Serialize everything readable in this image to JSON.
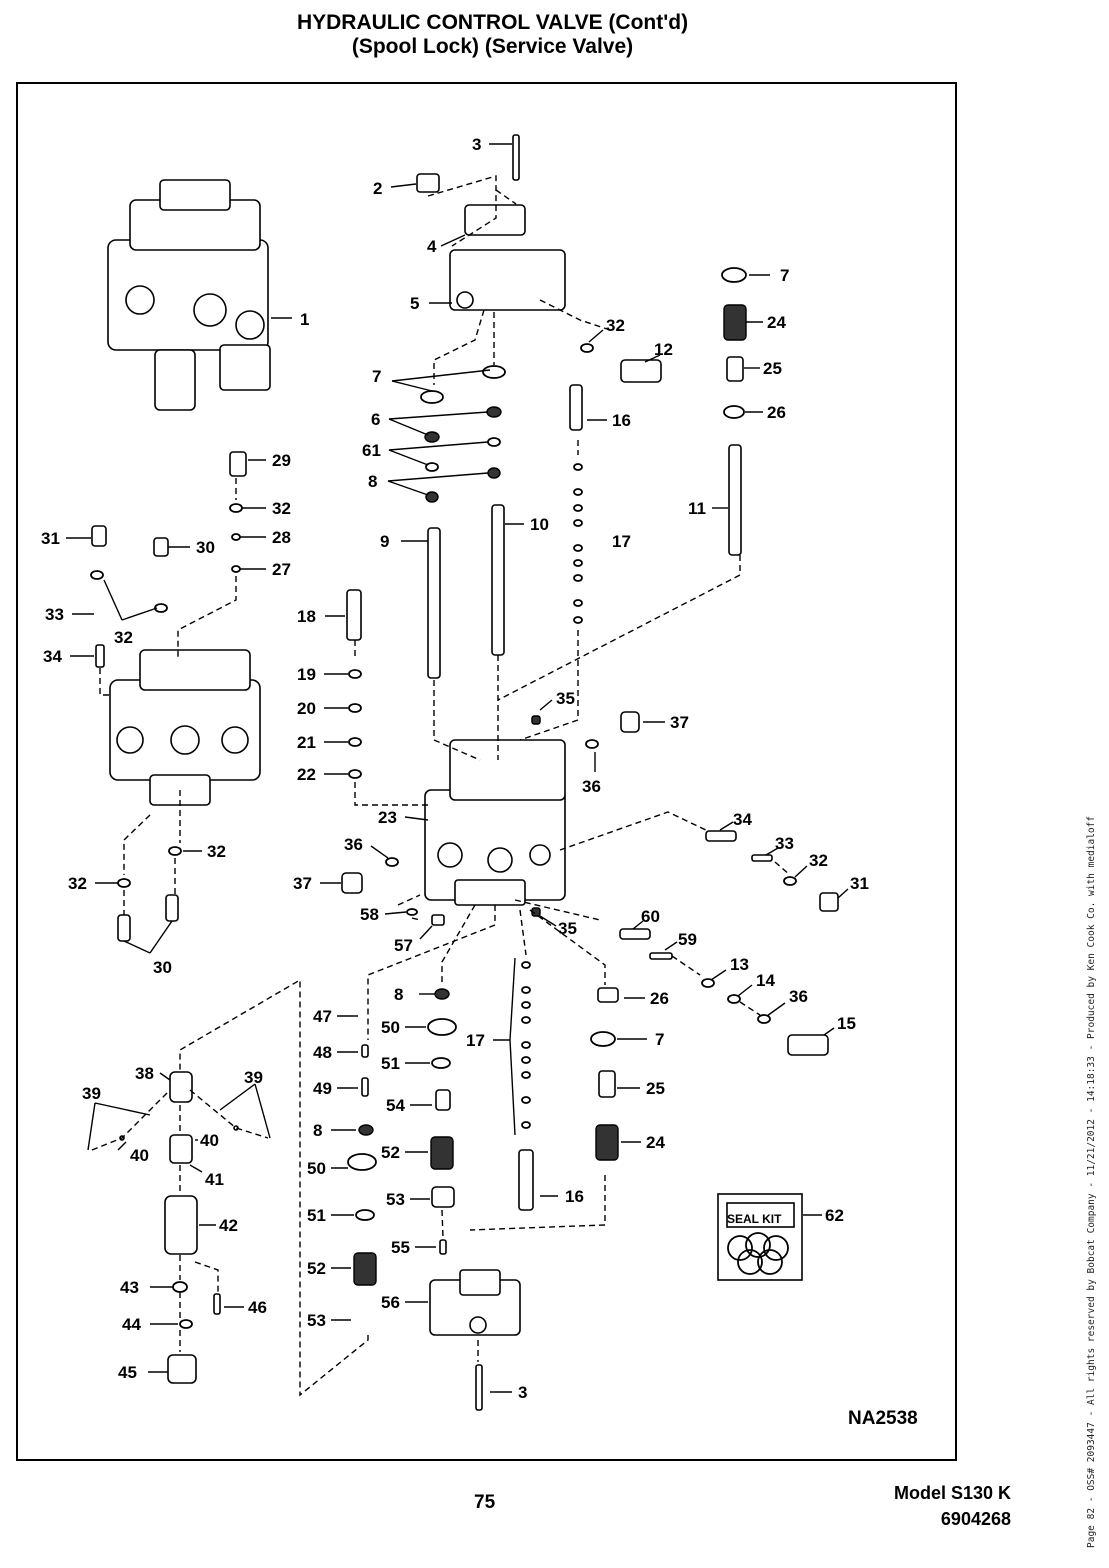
{
  "title_line1": "HYDRAULIC CONTROL VALVE (Cont'd)",
  "title_line2": "(Spool Lock) (Service Valve)",
  "drawing_number": "NA2538",
  "page_number": "75",
  "model": "Model S130 K",
  "part_number": "6904268",
  "sidebar_text": "Page 82 - OSS# 2093447 - All rights reserved by Bobcat Company - 11/21/2012 - 14:18:33 - Produced by Ken Cook Co. with medialoff",
  "seal_kit_label": "SEAL KIT",
  "callouts": [
    {
      "id": "c1",
      "label": "1"
    },
    {
      "id": "c2",
      "label": "2"
    },
    {
      "id": "c3a",
      "label": "3"
    },
    {
      "id": "c3b",
      "label": "3"
    },
    {
      "id": "c4",
      "label": "4"
    },
    {
      "id": "c5",
      "label": "5"
    },
    {
      "id": "c6",
      "label": "6"
    },
    {
      "id": "c7a",
      "label": "7"
    },
    {
      "id": "c7b",
      "label": "7"
    },
    {
      "id": "c7c",
      "label": "7"
    },
    {
      "id": "c8a",
      "label": "8"
    },
    {
      "id": "c8b",
      "label": "8"
    },
    {
      "id": "c8c",
      "label": "8"
    },
    {
      "id": "c9",
      "label": "9"
    },
    {
      "id": "c10",
      "label": "10"
    },
    {
      "id": "c11",
      "label": "11"
    },
    {
      "id": "c12",
      "label": "12"
    },
    {
      "id": "c13",
      "label": "13"
    },
    {
      "id": "c14",
      "label": "14"
    },
    {
      "id": "c15",
      "label": "15"
    },
    {
      "id": "c16a",
      "label": "16"
    },
    {
      "id": "c16b",
      "label": "16"
    },
    {
      "id": "c17a",
      "label": "17"
    },
    {
      "id": "c17b",
      "label": "17"
    },
    {
      "id": "c18",
      "label": "18"
    },
    {
      "id": "c19",
      "label": "19"
    },
    {
      "id": "c20",
      "label": "20"
    },
    {
      "id": "c21",
      "label": "21"
    },
    {
      "id": "c22",
      "label": "22"
    },
    {
      "id": "c23",
      "label": "23"
    },
    {
      "id": "c24a",
      "label": "24"
    },
    {
      "id": "c24b",
      "label": "24"
    },
    {
      "id": "c25a",
      "label": "25"
    },
    {
      "id": "c25b",
      "label": "25"
    },
    {
      "id": "c26a",
      "label": "26"
    },
    {
      "id": "c26b",
      "label": "26"
    },
    {
      "id": "c27",
      "label": "27"
    },
    {
      "id": "c28",
      "label": "28"
    },
    {
      "id": "c29",
      "label": "29"
    },
    {
      "id": "c30a",
      "label": "30"
    },
    {
      "id": "c30b",
      "label": "30"
    },
    {
      "id": "c31a",
      "label": "31"
    },
    {
      "id": "c31b",
      "label": "31"
    },
    {
      "id": "c32a",
      "label": "32"
    },
    {
      "id": "c32b",
      "label": "32"
    },
    {
      "id": "c32c",
      "label": "32"
    },
    {
      "id": "c32d",
      "label": "32"
    },
    {
      "id": "c32e",
      "label": "32"
    },
    {
      "id": "c32f",
      "label": "32"
    },
    {
      "id": "c33a",
      "label": "33"
    },
    {
      "id": "c33b",
      "label": "33"
    },
    {
      "id": "c34a",
      "label": "34"
    },
    {
      "id": "c34b",
      "label": "34"
    },
    {
      "id": "c35a",
      "label": "35"
    },
    {
      "id": "c35b",
      "label": "35"
    },
    {
      "id": "c36a",
      "label": "36"
    },
    {
      "id": "c36b",
      "label": "36"
    },
    {
      "id": "c36c",
      "label": "36"
    },
    {
      "id": "c37a",
      "label": "37"
    },
    {
      "id": "c37b",
      "label": "37"
    },
    {
      "id": "c38",
      "label": "38"
    },
    {
      "id": "c39a",
      "label": "39"
    },
    {
      "id": "c39b",
      "label": "39"
    },
    {
      "id": "c40a",
      "label": "40"
    },
    {
      "id": "c40b",
      "label": "40"
    },
    {
      "id": "c41",
      "label": "41"
    },
    {
      "id": "c42",
      "label": "42"
    },
    {
      "id": "c43",
      "label": "43"
    },
    {
      "id": "c44",
      "label": "44"
    },
    {
      "id": "c45",
      "label": "45"
    },
    {
      "id": "c46",
      "label": "46"
    },
    {
      "id": "c47",
      "label": "47"
    },
    {
      "id": "c48",
      "label": "48"
    },
    {
      "id": "c49",
      "label": "49"
    },
    {
      "id": "c50a",
      "label": "50"
    },
    {
      "id": "c50b",
      "label": "50"
    },
    {
      "id": "c51a",
      "label": "51"
    },
    {
      "id": "c51b",
      "label": "51"
    },
    {
      "id": "c52a",
      "label": "52"
    },
    {
      "id": "c52b",
      "label": "52"
    },
    {
      "id": "c53a",
      "label": "53"
    },
    {
      "id": "c53b",
      "label": "53"
    },
    {
      "id": "c54",
      "label": "54"
    },
    {
      "id": "c55",
      "label": "55"
    },
    {
      "id": "c56",
      "label": "56"
    },
    {
      "id": "c57",
      "label": "57"
    },
    {
      "id": "c58",
      "label": "58"
    },
    {
      "id": "c59",
      "label": "59"
    },
    {
      "id": "c60",
      "label": "60"
    },
    {
      "id": "c61",
      "label": "61"
    },
    {
      "id": "c62",
      "label": "62"
    }
  ]
}
